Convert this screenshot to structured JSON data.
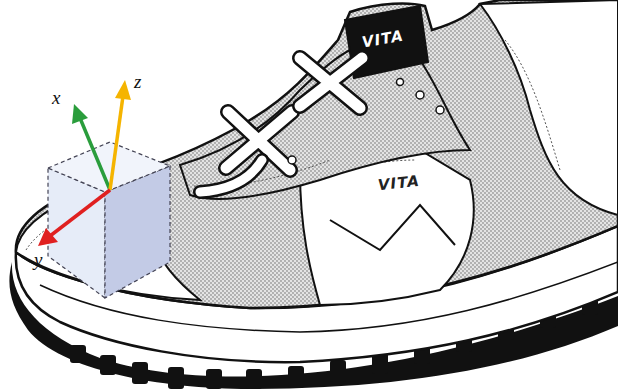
{
  "diagram": {
    "labels": [
      "x",
      "z",
      "y",
      "VITA",
      "VITA"
    ]
  }
}
